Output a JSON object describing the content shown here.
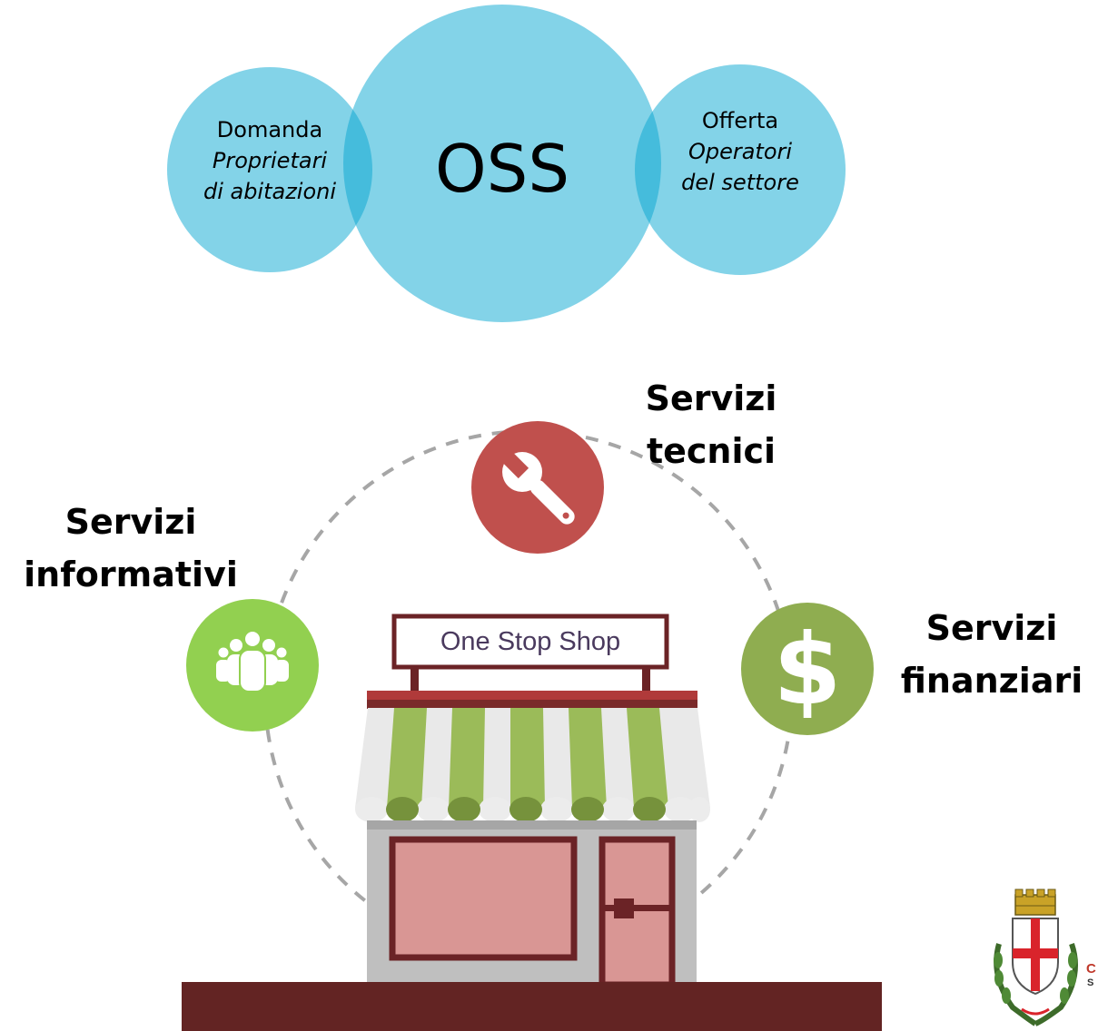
{
  "venn": {
    "center_label": "OSS",
    "left": {
      "title": "Domanda",
      "line1": "Proprietari",
      "line2": "di abitazioni"
    },
    "right": {
      "title": "Offerta",
      "line1": "Operatori",
      "line2": "del settore"
    },
    "colors": {
      "circle": "#83d3e8",
      "overlap": "#45bcdc"
    }
  },
  "services": {
    "tecnici": {
      "line1": "Servizi",
      "line2": "tecnici",
      "icon": "wrench-icon",
      "color": "#c0504d"
    },
    "informativi": {
      "line1": "Servizi",
      "line2": "informativi",
      "icon": "people-icon",
      "color": "#92d050"
    },
    "finanziari": {
      "line1": "Servizi",
      "line2": "finanziari",
      "icon": "dollar-icon",
      "color": "#8fad50"
    }
  },
  "shop": {
    "sign": "One Stop Shop",
    "colors": {
      "frame": "#6b2326",
      "awning_green": "#9bbb59",
      "window": "#d99694",
      "wall": "#bfbfbf",
      "ground": "#632423"
    }
  },
  "logo": {
    "line1": "C",
    "line2": "S"
  }
}
